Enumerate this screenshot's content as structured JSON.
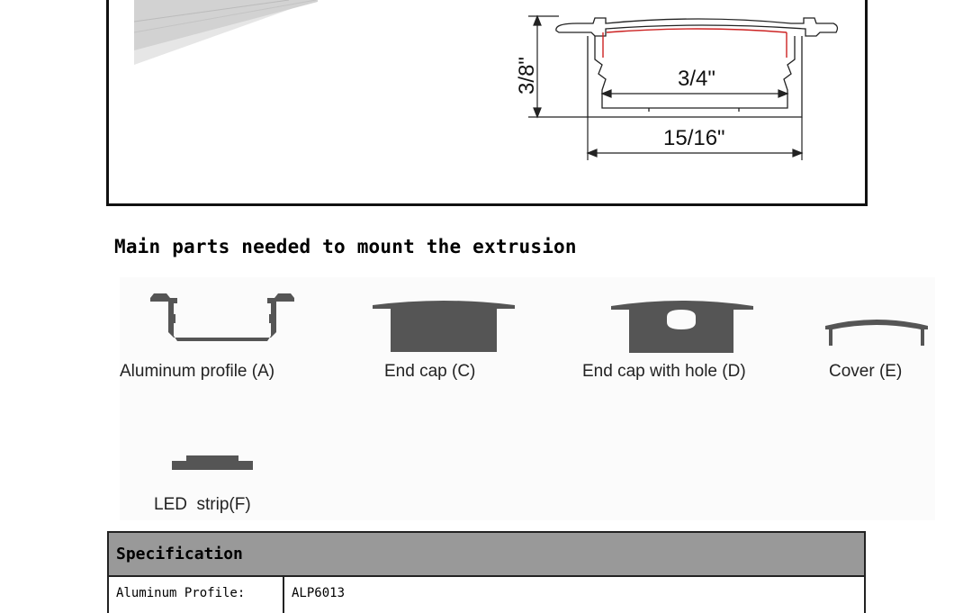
{
  "drawing": {
    "dim_height": "3/8\"",
    "dim_inner_width": "3/4\"",
    "dim_outer_width": "15/16\""
  },
  "heading": "Main parts needed to mount the extrusion",
  "parts": [
    {
      "label": "Aluminum profile (A)",
      "icon": "aluminum-profile-icon"
    },
    {
      "label": "End cap (C)",
      "icon": "end-cap-icon"
    },
    {
      "label": "End cap with hole (D)",
      "icon": "end-cap-hole-icon"
    },
    {
      "label": "Cover (E)",
      "icon": "cover-icon"
    },
    {
      "label": "LED  strip(F)",
      "icon": "led-strip-icon"
    }
  ],
  "colors": {
    "part_fill": "#555555",
    "table_header": "#999999",
    "drawing_red": "#cc2222"
  },
  "spec": {
    "title": "Specification",
    "rows": [
      {
        "key": "Aluminum Profile:",
        "value": "ALP6013"
      }
    ]
  }
}
